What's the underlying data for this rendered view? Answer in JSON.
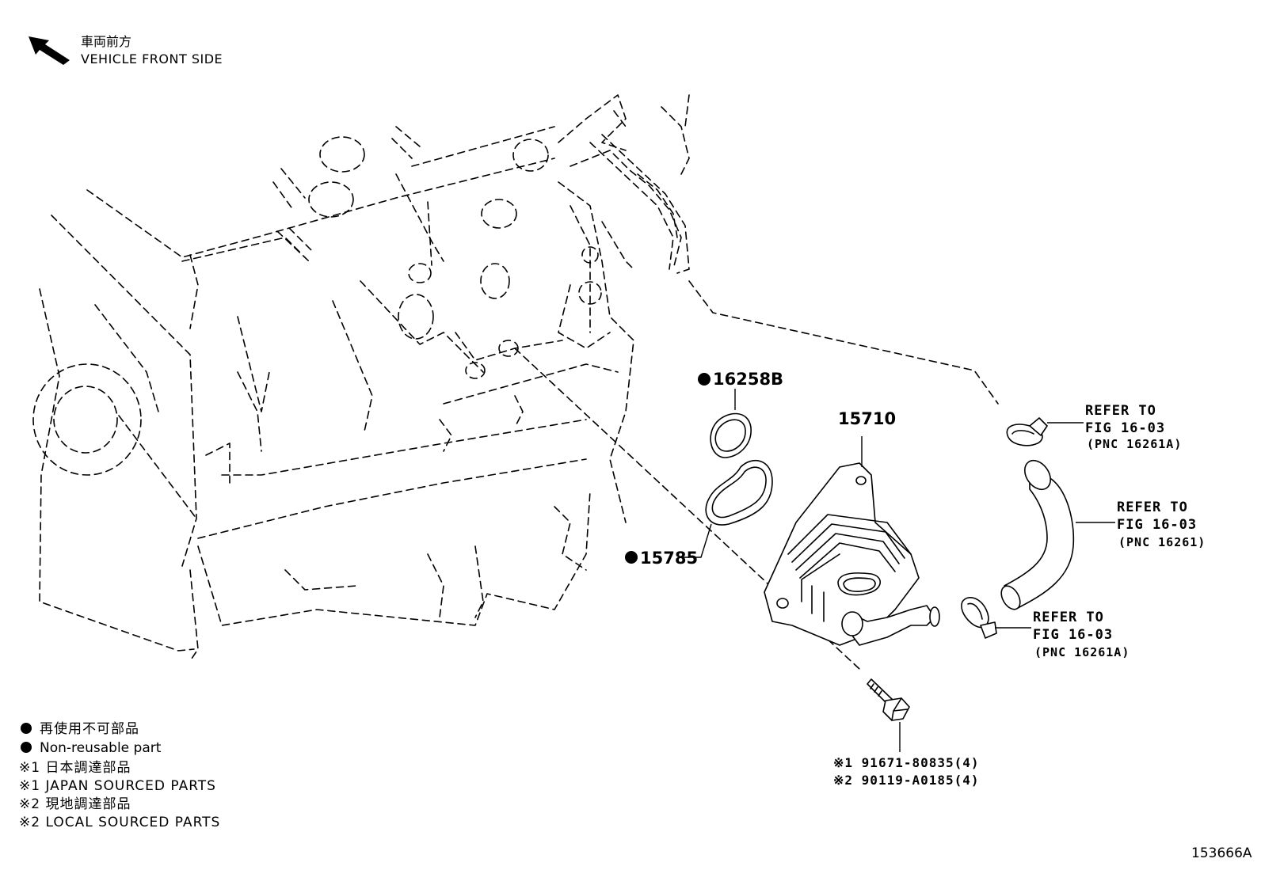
{
  "orientation": {
    "label_jp": "車両前方",
    "label_en": "VEHICLE FRONT SIDE",
    "icon": "arrow-up-left-icon"
  },
  "parts": {
    "gasket_small": {
      "number": "16258B",
      "non_reusable": true
    },
    "gasket_large": {
      "number": "15785",
      "non_reusable": true
    },
    "oil_cooler": {
      "number": "15710"
    },
    "bolt": {
      "japan": "※1 91671-80835(4)",
      "local": "※2 90119-A0185(4)"
    }
  },
  "references": [
    {
      "refer": "REFER TO",
      "fig": "FIG 16-03",
      "pnc": "(PNC 16261A)"
    },
    {
      "refer": "REFER TO",
      "fig": "FIG 16-03",
      "pnc": "(PNC 16261)"
    },
    {
      "refer": "REFER TO",
      "fig": "FIG 16-03",
      "pnc": "(PNC 16261A)"
    }
  ],
  "legend": {
    "non_reusable_jp": "再使用不可部品",
    "non_reusable_en": "Non-reusable part",
    "japan_jp": "※1 日本調達部品",
    "japan_en": "※1 JAPAN SOURCED PARTS",
    "local_jp": "※2 現地調達部品",
    "local_en": "※2 LOCAL SOURCED PARTS"
  },
  "illustration_id": "153666A",
  "colors": {
    "line": "#000000",
    "background": "#ffffff"
  }
}
